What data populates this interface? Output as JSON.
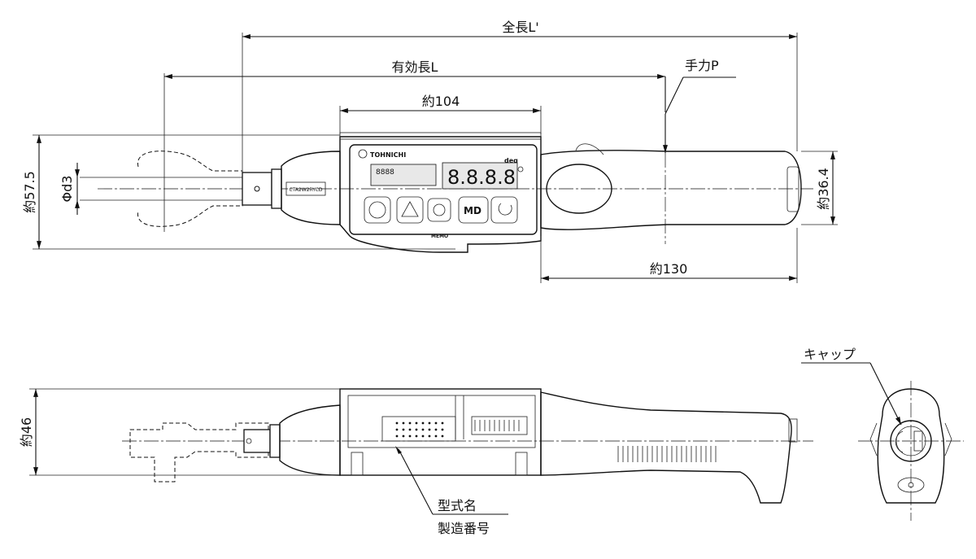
{
  "labels": {
    "overall_length": "全長L'",
    "effective_length": "有効長L",
    "hand_force": "手力P",
    "width_104": "約104",
    "width_130": "約130",
    "height_57_5": "約57.5",
    "dia_d3": "Φd3",
    "dia_36_4": "約36.4",
    "height_46": "約46",
    "cap": "キャップ",
    "model_name": "型式名",
    "serial_number": "製造番号"
  },
  "device_text": {
    "brand": "TOHNICHI",
    "unit": "deg",
    "model_plate": "CTA2W2RYCD",
    "seg_main": "8.8.8.8",
    "seg_small": "8888",
    "md_label": "MD",
    "memo_label": "MEMO"
  },
  "colors": {
    "line": "#111111",
    "background": "#ffffff",
    "display": "#e8e8e8"
  }
}
